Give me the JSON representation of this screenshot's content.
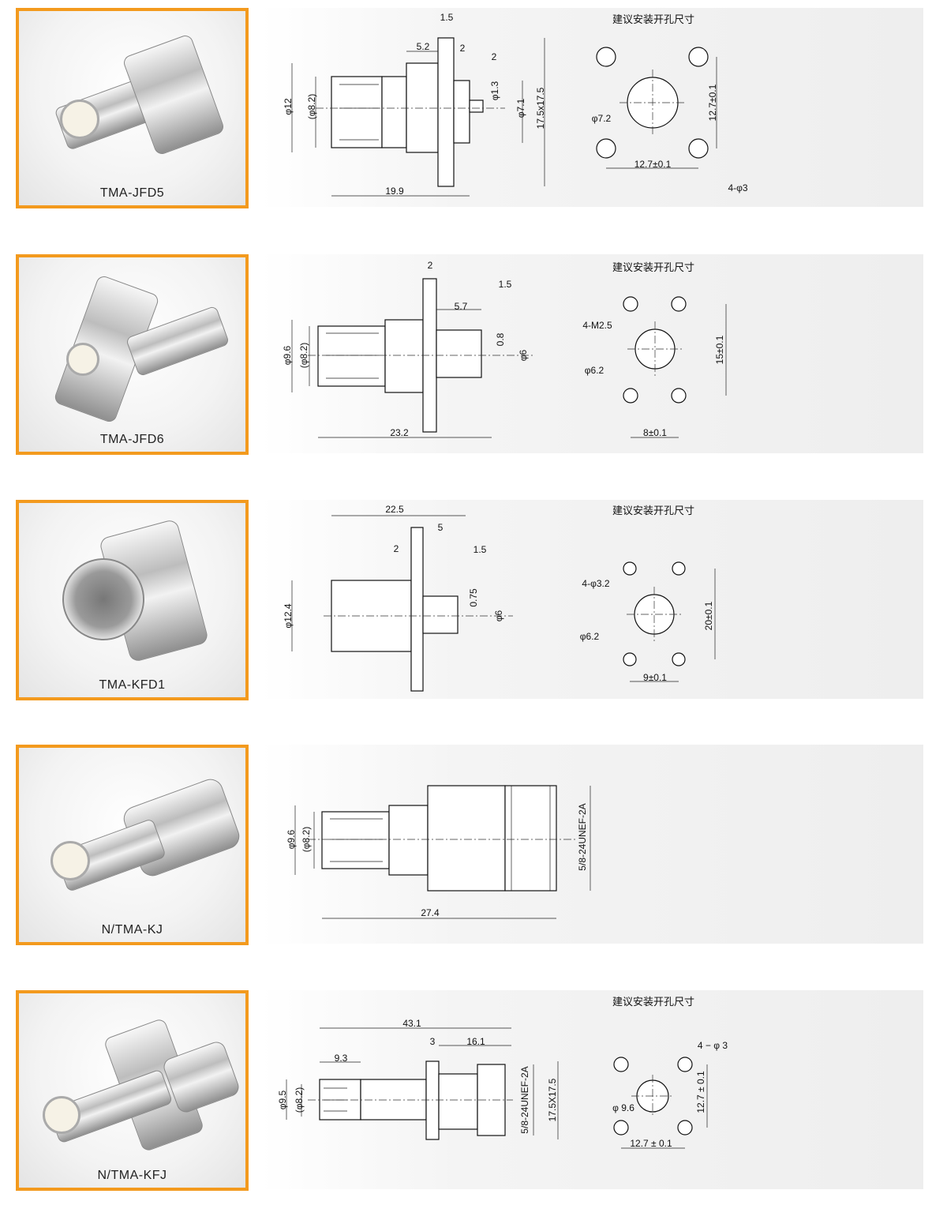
{
  "mount_title": "建议安装开孔尺寸",
  "colors": {
    "photo_border": "#f39a1e",
    "panel_bg": "#eeeeee"
  },
  "products": [
    {
      "model": "TMA-JFD5",
      "dims": {
        "flange_t": "1.5",
        "a": "5.2",
        "b": "2",
        "c": "2",
        "d_outer": "φ12",
        "d_inner": "(φ8.2)",
        "pin": "φ1.3",
        "stub": "φ7.1",
        "flange": "17.5x17.5",
        "length": "19.9"
      },
      "mount": {
        "hole": "φ7.2",
        "v": "12.7±0.1",
        "h": "12.7±0.1",
        "screw": "4-φ3"
      }
    },
    {
      "model": "TMA-JFD6",
      "dims": {
        "flange_t": "2",
        "b": "1.5",
        "a": "5.7",
        "c": "0.8",
        "stub": "φ6",
        "d_outer": "φ9.6",
        "d_inner": "(φ8.2)",
        "length": "23.2"
      },
      "mount": {
        "screw": "4-M2.5",
        "hole": "φ6.2",
        "v": "15±0.1",
        "h": "8±0.1"
      }
    },
    {
      "model": "TMA-KFD1",
      "dims": {
        "length": "22.5",
        "a": "5",
        "flange_t": "2",
        "b": "1.5",
        "c": "0.75",
        "stub": "φ6",
        "d_outer": "φ12.4"
      },
      "mount": {
        "screw": "4-φ3.2",
        "hole": "φ6.2",
        "v": "20±0.1",
        "h": "9±0.1"
      }
    },
    {
      "model": "N/TMA-KJ",
      "dims": {
        "d_outer": "φ9.6",
        "d_inner": "(φ8.2)",
        "thread": "5/8-24UNEF-2A",
        "length": "27.4"
      }
    },
    {
      "model": "N/TMA-KFJ",
      "dims": {
        "length": "43.1",
        "flange_t": "3",
        "a": "16.1",
        "b": "9.3",
        "d_outer": "φ9.5",
        "d_inner": "(φ8.2)",
        "thread": "5/8-24UNEF-2A",
        "flange": "17.5X17.5"
      },
      "mount": {
        "screw": "4 − φ 3",
        "hole": "φ 9.6",
        "v": "12.7 ± 0.1",
        "h": "12.7 ± 0.1"
      }
    }
  ]
}
